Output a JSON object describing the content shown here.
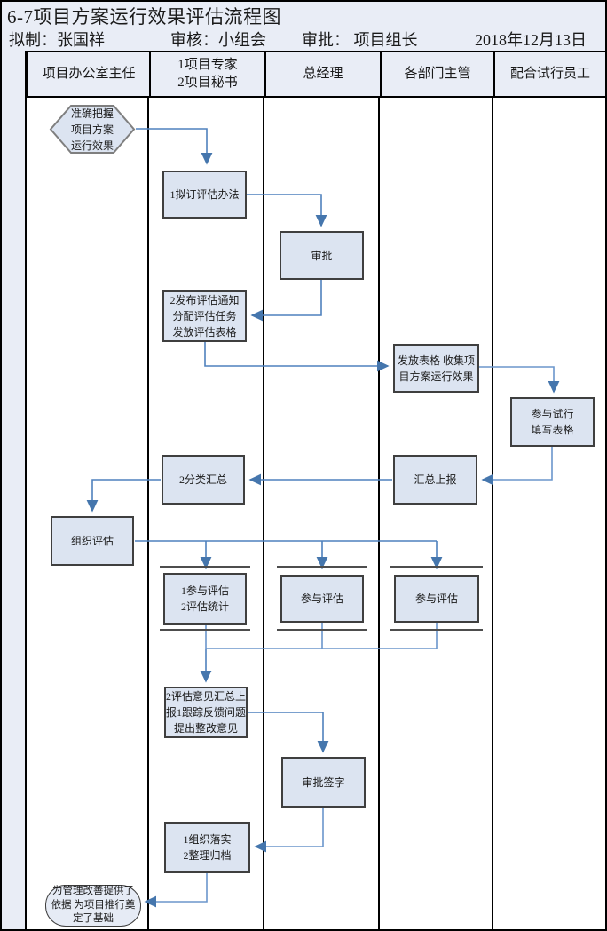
{
  "title": "6-7项目方案运行效果评估流程图",
  "meta": {
    "drafter": "拟制：张国祥",
    "reviewer": "审核：小组会",
    "approver": "审批： 项目组长",
    "date": "2018年12月13日"
  },
  "columns": [
    "项目办公室主任",
    "1项目专家\n2项目秘书",
    "总经理",
    "各部门主管",
    "配合试行员工"
  ],
  "nodes": {
    "start": "准确把握\n项目方案\n运行效果",
    "draft_method": "1拟订评估办法",
    "approve": "审批",
    "publish_notice": "2发布评估通知\n分配评估任务\n发放评估表格",
    "distribute_forms": "发放表格 收集项\n目方案运行效果",
    "fill_forms": "参与试行\n填写表格",
    "report_up": "汇总上报",
    "classify_summary": "2分类汇总",
    "organize_eval": "组织评估",
    "participate_expert": "1参与评估\n2评估统计",
    "participate_gm": "参与评估",
    "participate_dept": "参与评估",
    "summarize_opinions": "2评估意见汇总上\n报1跟踪反馈问题\n提出整改意见",
    "approve_sign": "审批签字",
    "implement_archive": "1组织落实\n2整理归档",
    "end": "为管理改善提供了\n依据 为项目推行奠\n定了基础"
  },
  "colors": {
    "band_bg": "#e9edf6",
    "node_fill": "#dce4f1",
    "node_border": "#3f3f3f",
    "connector": "#4f81bd",
    "connector_light": "#6b96cc",
    "fork_bar": "#4d4d4d",
    "grid_line": "#000000"
  }
}
